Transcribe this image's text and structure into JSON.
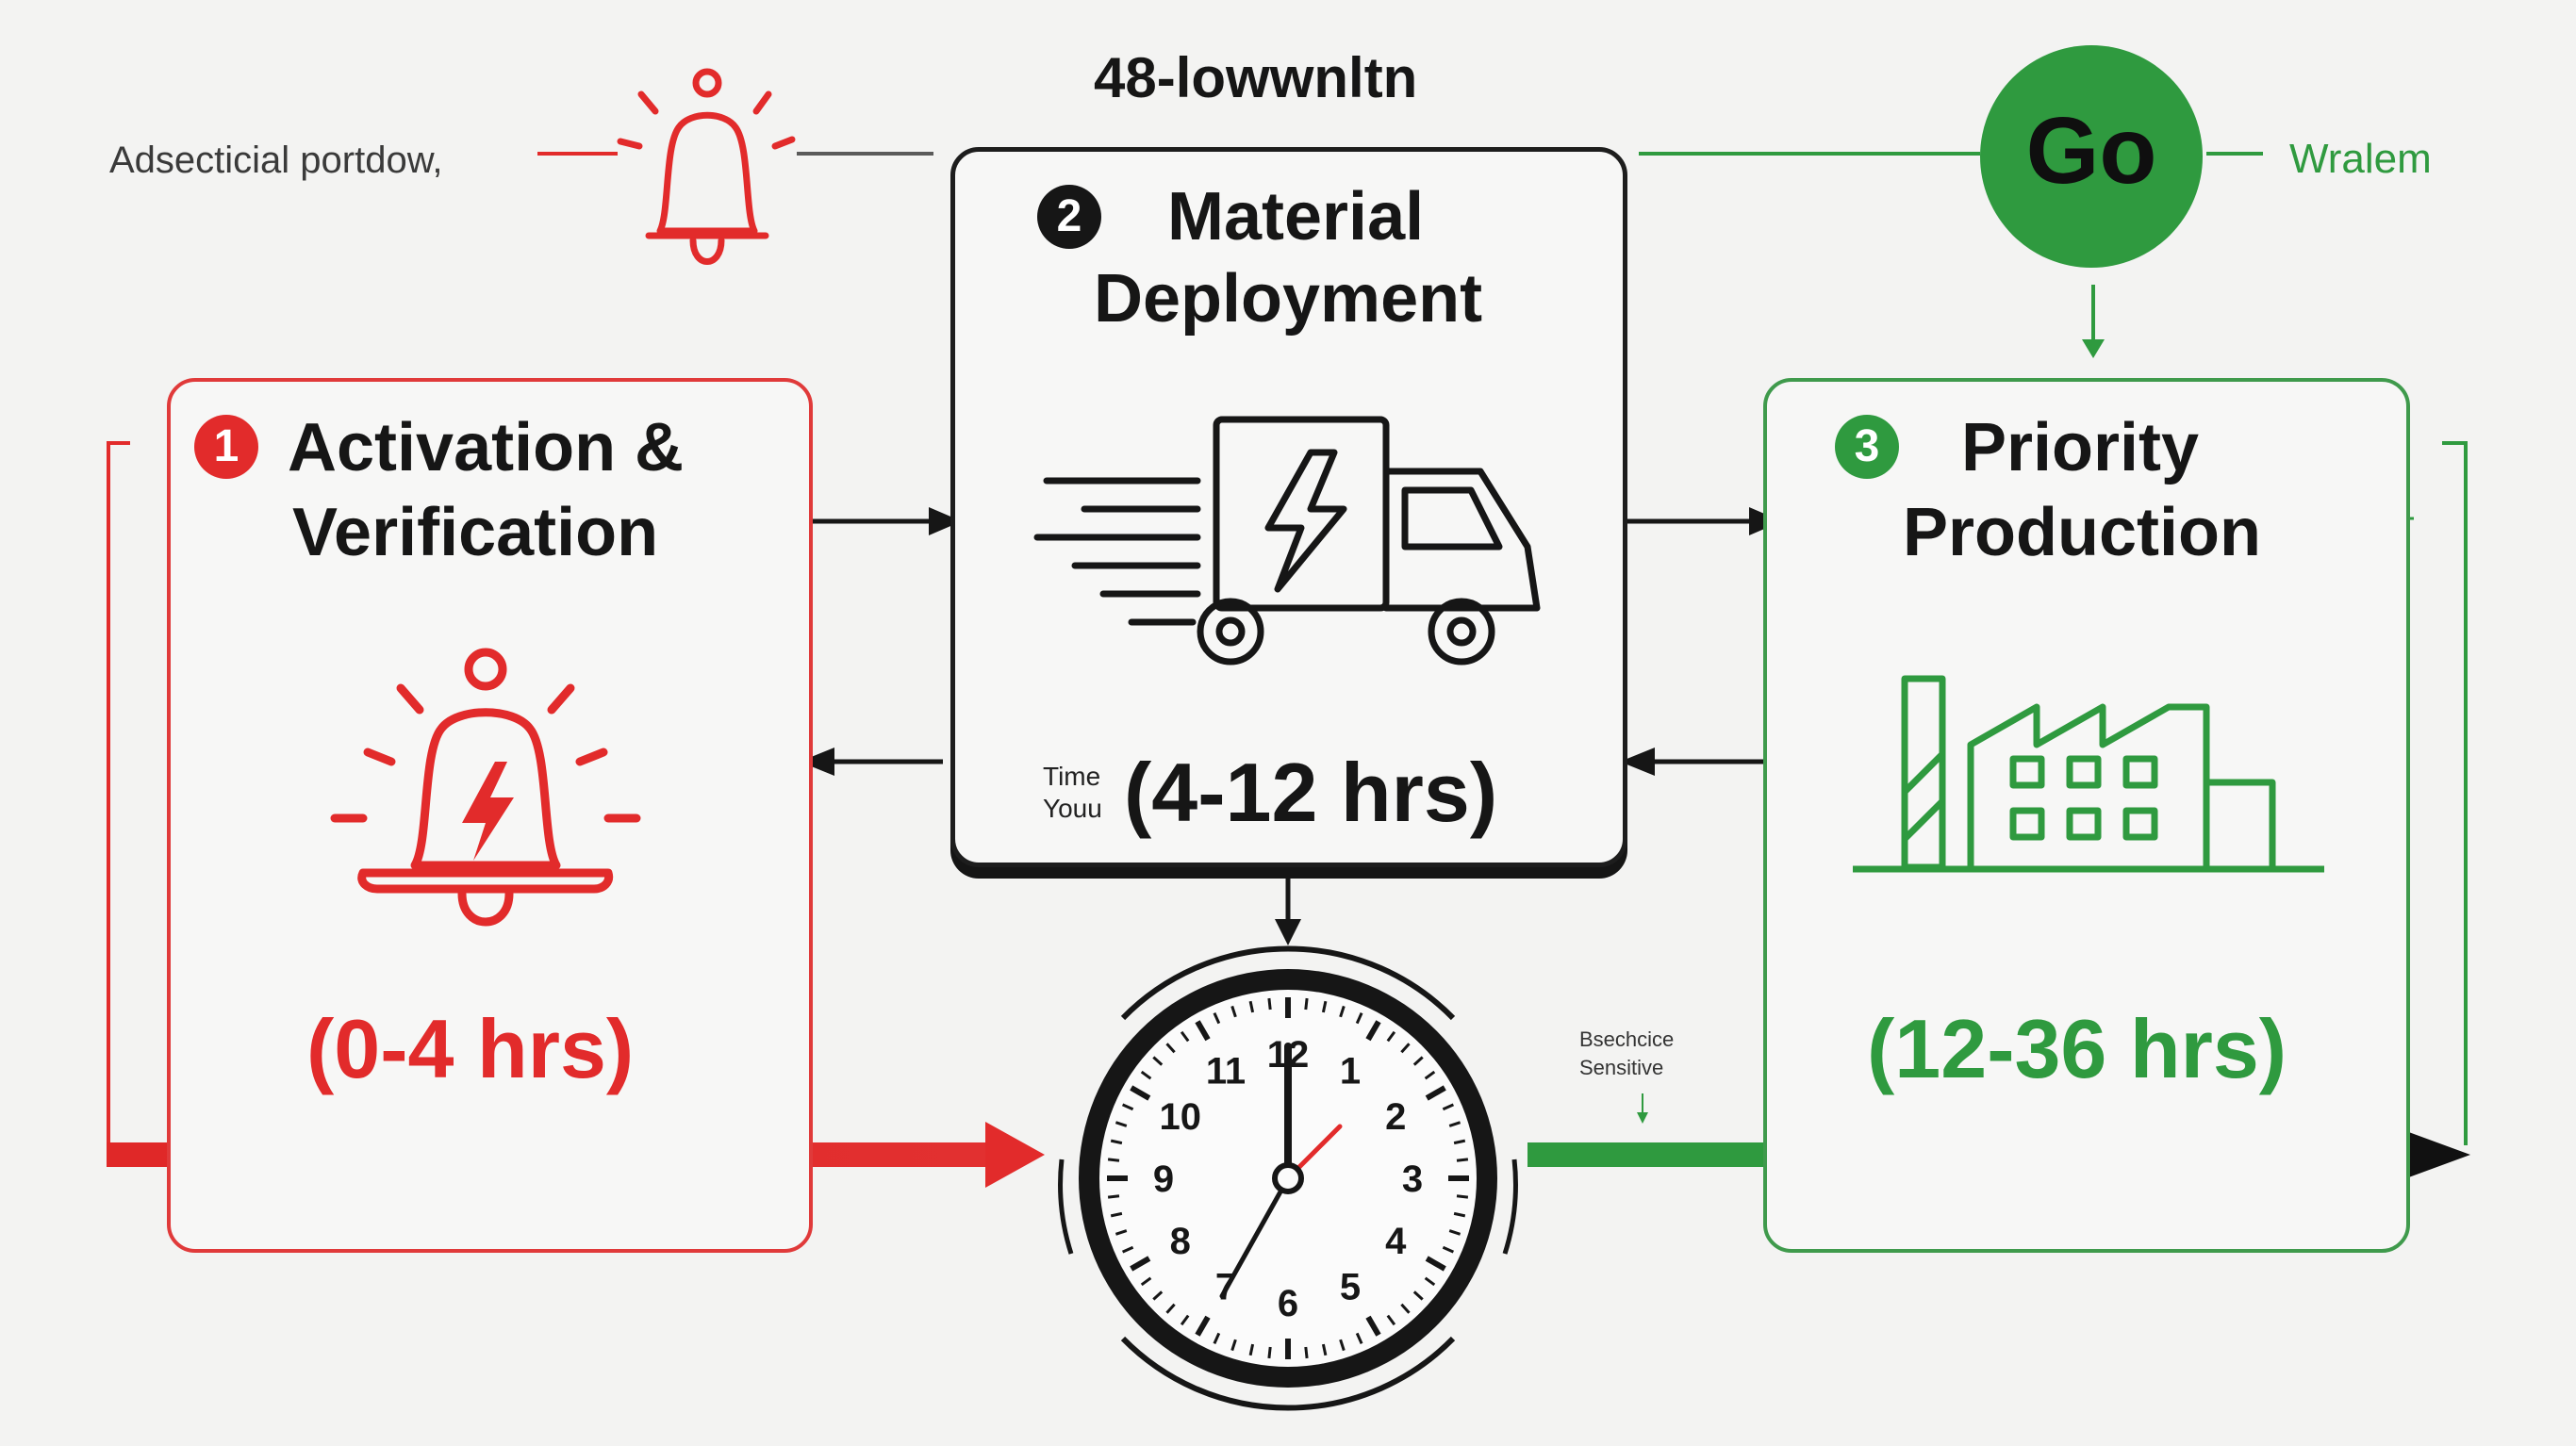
{
  "header": {
    "title": "48-lowwnltn",
    "left_label": "Adsecticial portdow,",
    "go_label": "Go",
    "right_label": "Wralem"
  },
  "steps": [
    {
      "number": "1",
      "title_line1": "Activation &",
      "title_line2": "Verification",
      "duration": "(0-4 hrs)",
      "icon": "alarm-bell-icon"
    },
    {
      "number": "2",
      "title_line1": "Material",
      "title_line2": "Deployment",
      "duration": "(4-12 hrs)",
      "time_label_1": "Time",
      "time_label_2": "Youu",
      "icon": "delivery-truck-icon"
    },
    {
      "number": "3",
      "title_line1": "Priority",
      "title_line2": "Production",
      "duration": "(12-36 hrs)",
      "icon": "factory-icon"
    }
  ],
  "timeline": {
    "note_line1": "Bsechcice",
    "note_line2": "Sensitive",
    "clock_numbers": [
      "12",
      "1",
      "2",
      "3",
      "4",
      "5",
      "6",
      "7",
      "8",
      "9",
      "10",
      "11"
    ]
  },
  "colors": {
    "red": "#e22b2b",
    "green": "#2f9a3f",
    "black": "#111111",
    "background": "#f3f3f2"
  }
}
